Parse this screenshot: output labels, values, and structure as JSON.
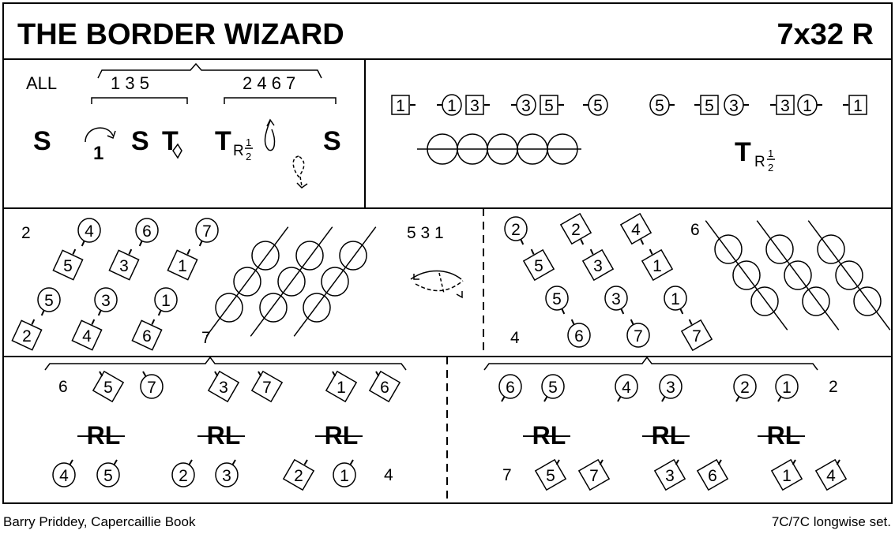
{
  "header": {
    "title": "THE BORDER WIZARD",
    "formation": "7x32 R"
  },
  "bar_1_8": {
    "who_all": "ALL",
    "group_odd": "1 3 5",
    "group_even": "2 4 6 7",
    "steps": [
      {
        "symbol": "S",
        "meaning": "set"
      },
      {
        "symbol": "1",
        "meaning": "cast one place (odd couples)"
      },
      {
        "symbol": "S",
        "meaning": "set"
      },
      {
        "symbol": "T",
        "sub": "◊",
        "meaning": "turn to diamond"
      },
      {
        "symbol": "T",
        "sub": "R",
        "fraction": {
          "num": "1",
          "den": "2"
        },
        "meaning": "turn right half"
      },
      {
        "symbol": "S",
        "meaning": "set"
      }
    ]
  },
  "bar_9_16": {
    "sequence_left": [
      {
        "shape": "square",
        "n": "1"
      },
      {
        "shape": "circle",
        "n": "1"
      },
      {
        "shape": "square",
        "n": "3"
      },
      {
        "shape": "circle",
        "n": "3"
      },
      {
        "shape": "square",
        "n": "5"
      },
      {
        "shape": "circle",
        "n": "5"
      }
    ],
    "sequence_right": [
      {
        "shape": "circle",
        "n": "5"
      },
      {
        "shape": "square",
        "n": "5"
      },
      {
        "shape": "circle",
        "n": "3"
      },
      {
        "shape": "square",
        "n": "3"
      },
      {
        "shape": "circle",
        "n": "1"
      },
      {
        "shape": "square",
        "n": "1"
      }
    ],
    "reel_circles": 5,
    "turn": {
      "symbol": "T",
      "sub": "R",
      "fraction": {
        "num": "1",
        "den": "2"
      }
    }
  },
  "bar_17_24_left": {
    "label_top_left": "2",
    "label_top_right": "5 3 1",
    "label_bottom_left": "7",
    "top_circles": [
      "4",
      "6",
      "7"
    ],
    "top_squares": [
      "5",
      "3",
      "1"
    ],
    "bottom_circles": [
      "5",
      "3",
      "1"
    ],
    "bottom_squares": [
      "2",
      "4",
      "6"
    ],
    "reels": 3
  },
  "bar_17_24_right": {
    "label_top_right": "6",
    "label_bottom_left": "4",
    "top_row": [
      {
        "shape": "circle",
        "n": "2"
      },
      {
        "shape": "square",
        "n": "2"
      },
      {
        "shape": "square",
        "n": "4"
      }
    ],
    "mid_squares": [
      "5",
      "3",
      "1"
    ],
    "mid_circles": [
      "5",
      "3",
      "1"
    ],
    "bottom_row": [
      {
        "shape": "circle",
        "n": "6"
      },
      {
        "shape": "circle",
        "n": "7"
      },
      {
        "shape": "square",
        "n": "7"
      }
    ],
    "reels": 3
  },
  "bar_25_32_left": {
    "top_label": "6",
    "top_pairs": [
      [
        {
          "shape": "square",
          "n": "5"
        },
        {
          "shape": "circle",
          "n": "7"
        }
      ],
      [
        {
          "shape": "square",
          "n": "3"
        },
        {
          "shape": "square",
          "n": "7"
        }
      ],
      [
        {
          "shape": "square",
          "n": "1"
        },
        {
          "shape": "square",
          "n": "6"
        }
      ]
    ],
    "bottom_pairs": [
      [
        {
          "shape": "circle",
          "n": "4"
        },
        {
          "shape": "circle",
          "n": "5"
        }
      ],
      [
        {
          "shape": "circle",
          "n": "2"
        },
        {
          "shape": "circle",
          "n": "3"
        }
      ],
      [
        {
          "shape": "square",
          "n": "2"
        },
        {
          "shape": "circle",
          "n": "1"
        }
      ]
    ],
    "bottom_label": "4",
    "rights_and_lefts": [
      "RL",
      "RL",
      "RL"
    ]
  },
  "bar_25_32_right": {
    "top_pairs": [
      [
        {
          "shape": "circle",
          "n": "6"
        },
        {
          "shape": "circle",
          "n": "5"
        }
      ],
      [
        {
          "shape": "circle",
          "n": "4"
        },
        {
          "shape": "circle",
          "n": "3"
        }
      ],
      [
        {
          "shape": "circle",
          "n": "2"
        },
        {
          "shape": "circle",
          "n": "1"
        }
      ]
    ],
    "top_label": "2",
    "bottom_label": "7",
    "bottom_pairs": [
      [
        {
          "shape": "square",
          "n": "5"
        },
        {
          "shape": "square",
          "n": "7"
        }
      ],
      [
        {
          "shape": "square",
          "n": "3"
        },
        {
          "shape": "square",
          "n": "6"
        }
      ],
      [
        {
          "shape": "square",
          "n": "1"
        },
        {
          "shape": "square",
          "n": "4"
        }
      ]
    ],
    "rights_and_lefts": [
      "RL",
      "RL",
      "RL"
    ]
  },
  "footer": {
    "credit": "Barry Priddey, Capercaillie Book",
    "set_type": "7C/7C longwise set."
  }
}
